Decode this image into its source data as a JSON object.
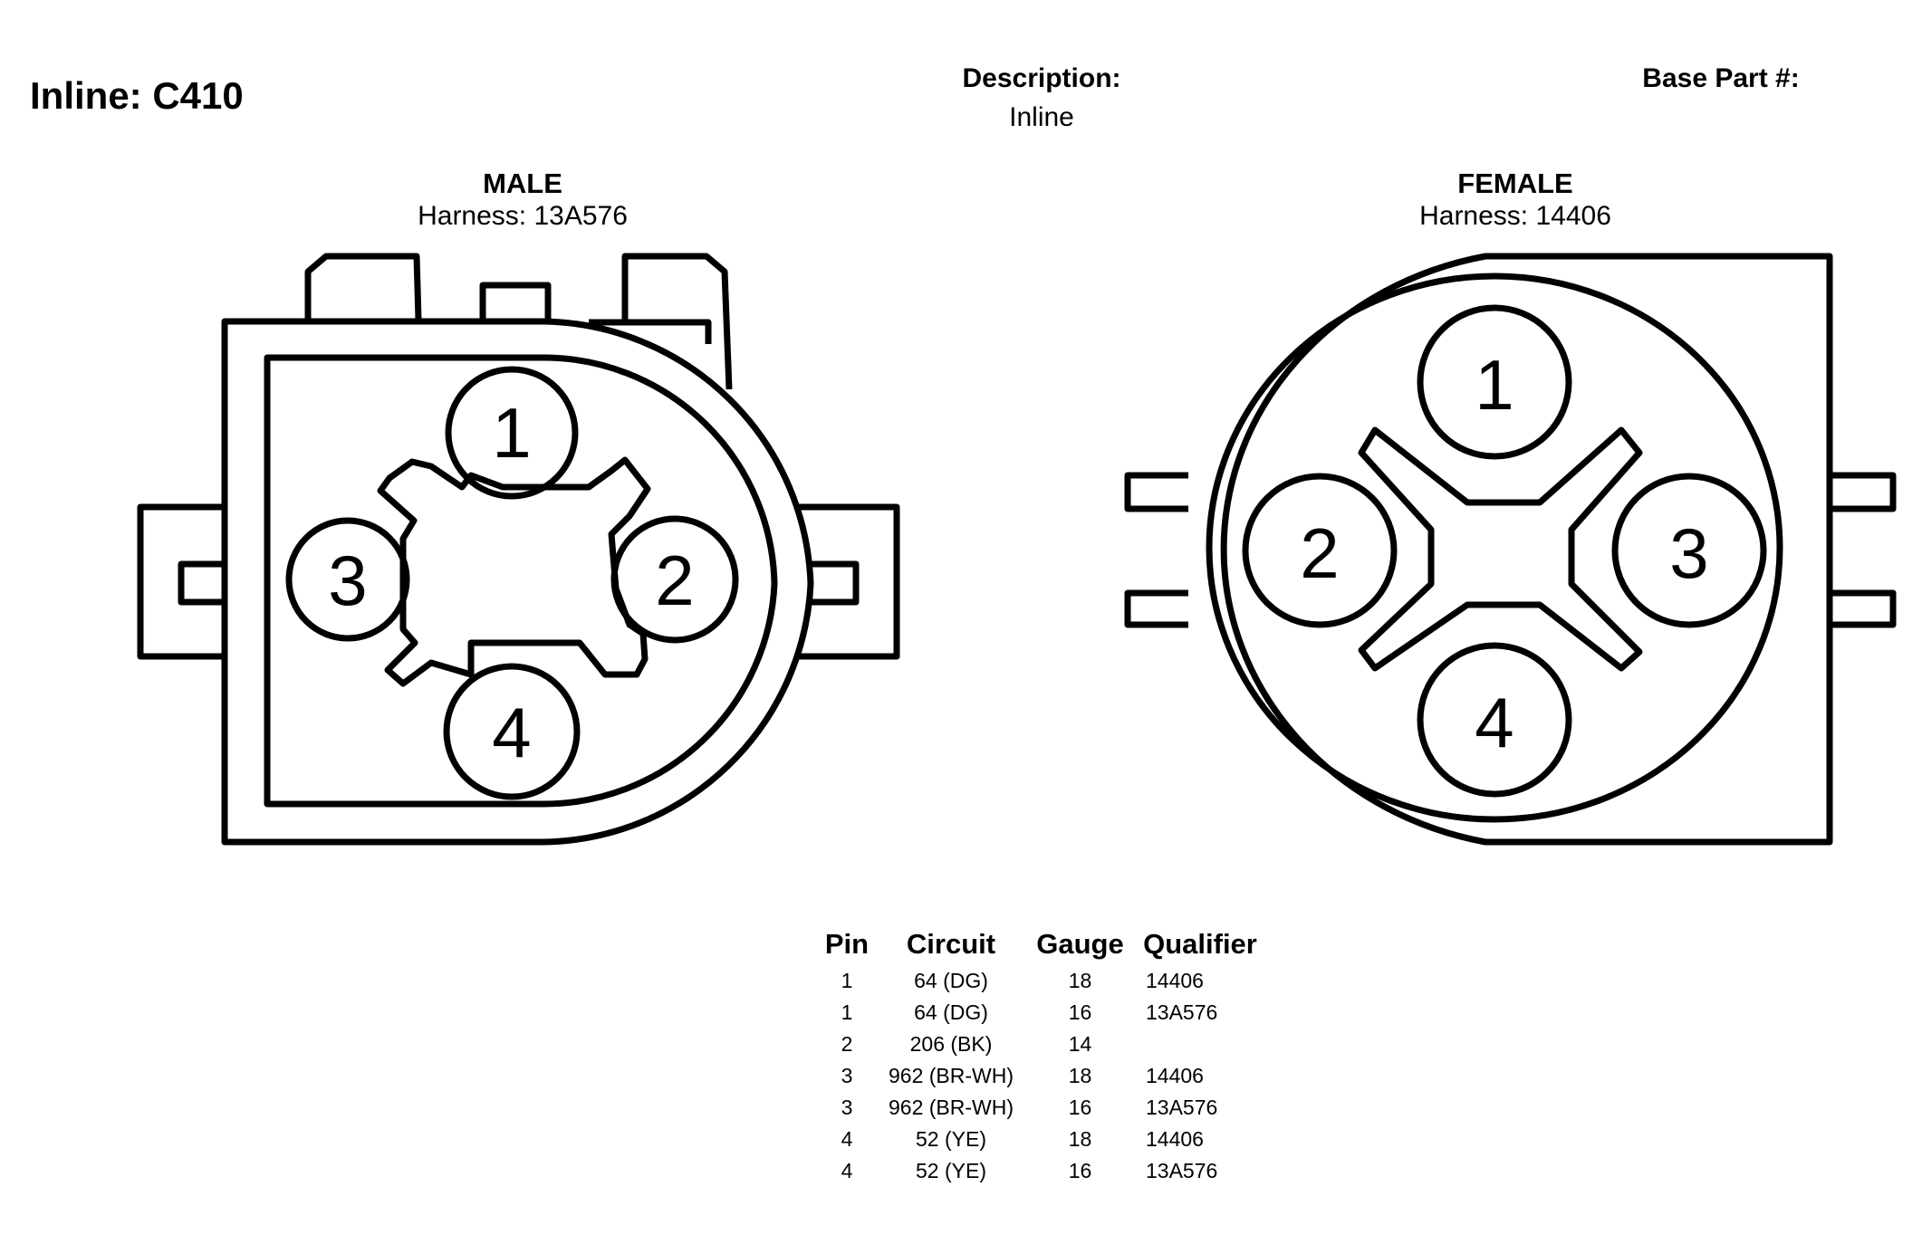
{
  "header": {
    "title": "Inline: C410",
    "description_label": "Description:",
    "description_value": "Inline",
    "base_part_label": "Base Part #:"
  },
  "male": {
    "title": "MALE",
    "harness": "Harness: 13A576",
    "pins": [
      "1",
      "2",
      "3",
      "4"
    ]
  },
  "female": {
    "title": "FEMALE",
    "harness": "Harness: 14406",
    "pins": [
      "1",
      "2",
      "3",
      "4"
    ]
  },
  "table": {
    "headers": [
      "Pin",
      "Circuit",
      "Gauge",
      "Qualifier"
    ],
    "rows": [
      [
        "1",
        "64 (DG)",
        "18",
        "14406"
      ],
      [
        "1",
        "64 (DG)",
        "16",
        "13A576"
      ],
      [
        "2",
        "206 (BK)",
        "14",
        ""
      ],
      [
        "3",
        "962 (BR-WH)",
        "18",
        "14406"
      ],
      [
        "3",
        "962 (BR-WH)",
        "16",
        "13A576"
      ],
      [
        "4",
        "52 (YE)",
        "18",
        "14406"
      ],
      [
        "4",
        "52 (YE)",
        "16",
        "13A576"
      ]
    ]
  },
  "colors": {
    "ink": "#000000",
    "background": "#ffffff"
  }
}
